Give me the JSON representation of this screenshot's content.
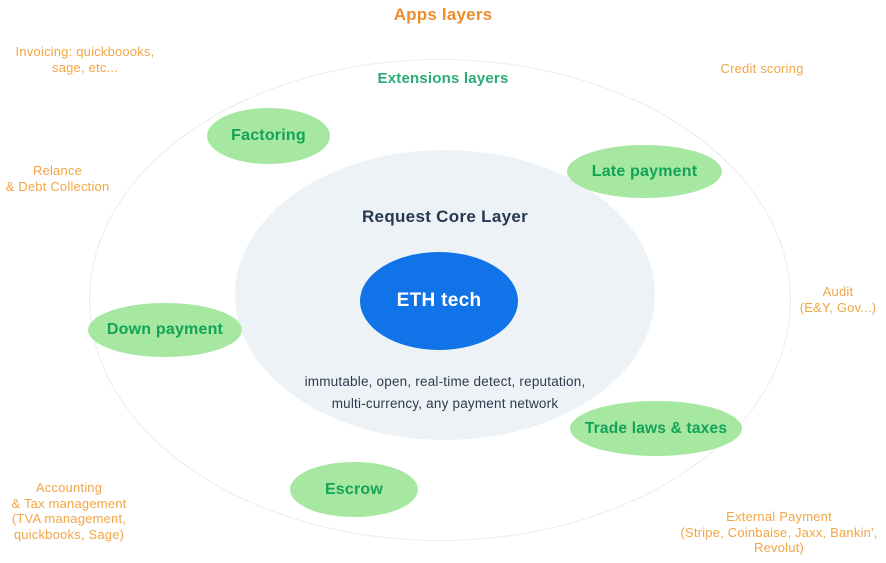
{
  "diagram": {
    "title": "Apps layers",
    "extensions_label": "Extensions layers",
    "core": {
      "title": "Request Core Layer",
      "center_label": "ETH tech",
      "caption_line1": "immutable, open, real-time detect, reputation,",
      "caption_line2": "multi-currency, any payment network"
    },
    "badges": {
      "factoring": {
        "label": "Factoring"
      },
      "late_payment": {
        "label": "Late payment"
      },
      "down_payment": {
        "label": "Down payment"
      },
      "trade_laws": {
        "label": "Trade laws & taxes"
      },
      "escrow": {
        "label": "Escrow"
      }
    },
    "outer_labels": {
      "invoicing": {
        "line1": "Invoicing: quickboooks,",
        "line2": "sage, etc..."
      },
      "credit_scoring": {
        "line1": "Credit scoring"
      },
      "relance": {
        "line1": "Relance",
        "line2": "& Debt Collection"
      },
      "audit": {
        "line1": "Audit",
        "line2": "(E&Y, Gov...)"
      },
      "accounting": {
        "line1": "Accounting",
        "line2": "& Tax management",
        "line3": "(TVA management,",
        "line4": "quickbooks, Sage)"
      },
      "external_payment": {
        "line1": "External Payment",
        "line2": "(Stripe, Coinbaise, Jaxx, Bankin',",
        "line3": "Revolut)"
      }
    },
    "colors": {
      "orange_title": "#ED8C2B",
      "orange_label": "#F2A544",
      "green_title": "#2BAB74",
      "badge_fill": "#A6E7A1",
      "badge_text": "#12A356",
      "core_fill": "#EDF2F7",
      "core_text": "#26384F",
      "eth_blue": "#1173E8"
    }
  }
}
